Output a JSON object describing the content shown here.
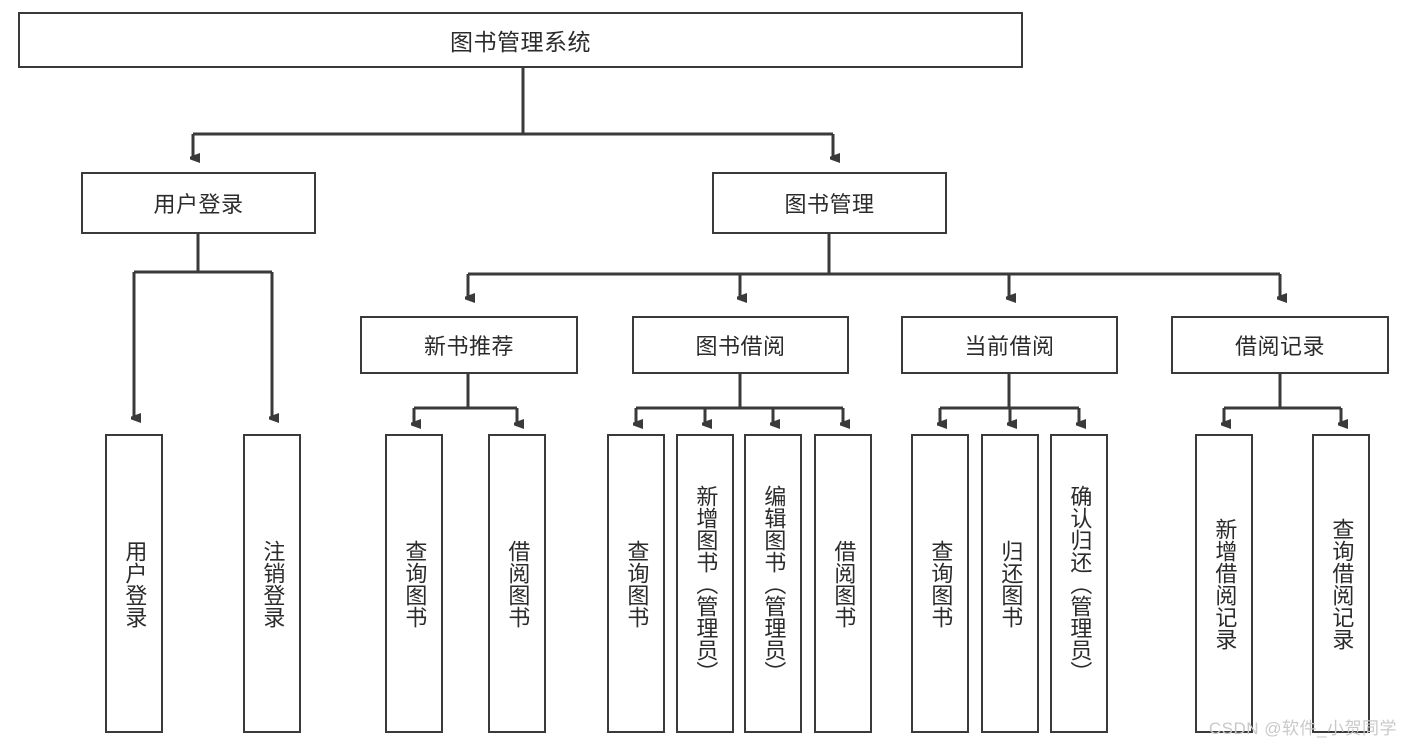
{
  "diagram": {
    "type": "tree",
    "title": "图书管理系统",
    "watermark": "CSDN @软件_小贺同学",
    "colors": {
      "box_border": "#3a3a3a",
      "box_fill": "#ffffff",
      "connector": "#3a3a3a",
      "text": "#2b2b2b",
      "watermark": "#c9c9c9"
    },
    "nodes": {
      "root": {
        "label": "图书管理系统"
      },
      "level1": [
        {
          "label": "用户登录"
        },
        {
          "label": "图书管理"
        }
      ],
      "level2": [
        {
          "label": "新书推荐"
        },
        {
          "label": "图书借阅"
        },
        {
          "label": "当前借阅"
        },
        {
          "label": "借阅记录"
        }
      ],
      "leaves_user_login": [
        {
          "label": "用户登录"
        },
        {
          "label": "注销登录"
        }
      ],
      "leaves_new_books": [
        {
          "label": "查询图书"
        },
        {
          "label": "借阅图书"
        }
      ],
      "leaves_borrow": [
        {
          "label": "查询图书"
        },
        {
          "label": "新增图书（管理员）"
        },
        {
          "label": "编辑图书（管理员）"
        },
        {
          "label": "借阅图书"
        }
      ],
      "leaves_current": [
        {
          "label": "查询图书"
        },
        {
          "label": "归还图书"
        },
        {
          "label": "确认归还（管理员）"
        }
      ],
      "leaves_records": [
        {
          "label": "新增借阅记录"
        },
        {
          "label": "查询借阅记录"
        }
      ]
    }
  }
}
